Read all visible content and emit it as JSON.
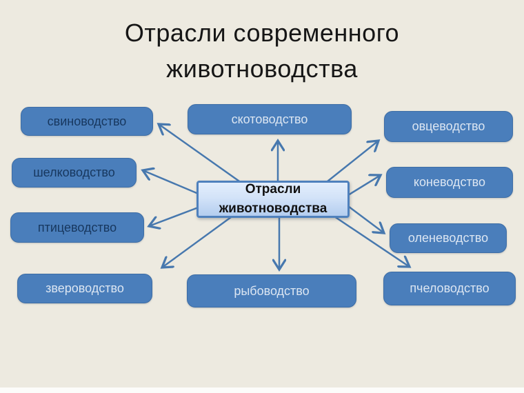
{
  "slide": {
    "title": "Отрасли современного животноводства",
    "background_color": "#EDEAE0",
    "bottom_strip_color": "#FCFCFA"
  },
  "center_node": {
    "label": "Отрасли животноводства",
    "fill_top": "#E3EEFC",
    "fill_bottom": "#B3CDEF",
    "border_color": "#4F81BD",
    "text_color": "#111111"
  },
  "node_style": {
    "fill": "#4A7EBB",
    "border_color": "#3D6DA5",
    "dark_text_color": "#17375E",
    "light_text_color": "#DCE6F2"
  },
  "arrow_color": "#4778AE",
  "nodes": [
    {
      "id": "pig-farming",
      "label": "свиноводство",
      "text_tone": "dark"
    },
    {
      "id": "silk-farming",
      "label": "шелководство",
      "text_tone": "dark"
    },
    {
      "id": "poultry-farming",
      "label": "птицеводство",
      "text_tone": "dark"
    },
    {
      "id": "fur-farming",
      "label": "звероводство",
      "text_tone": "light"
    },
    {
      "id": "cattle-breeding",
      "label": "скотоводство",
      "text_tone": "light"
    },
    {
      "id": "fish-farming",
      "label": "рыбоводство",
      "text_tone": "light"
    },
    {
      "id": "sheep-farming",
      "label": "овцеводство",
      "text_tone": "light"
    },
    {
      "id": "horse-breeding",
      "label": "коневодство",
      "text_tone": "light"
    },
    {
      "id": "reindeer-herding",
      "label": "оленеводство",
      "text_tone": "light"
    },
    {
      "id": "beekeeping",
      "label": "пчеловодство",
      "text_tone": "light"
    }
  ]
}
